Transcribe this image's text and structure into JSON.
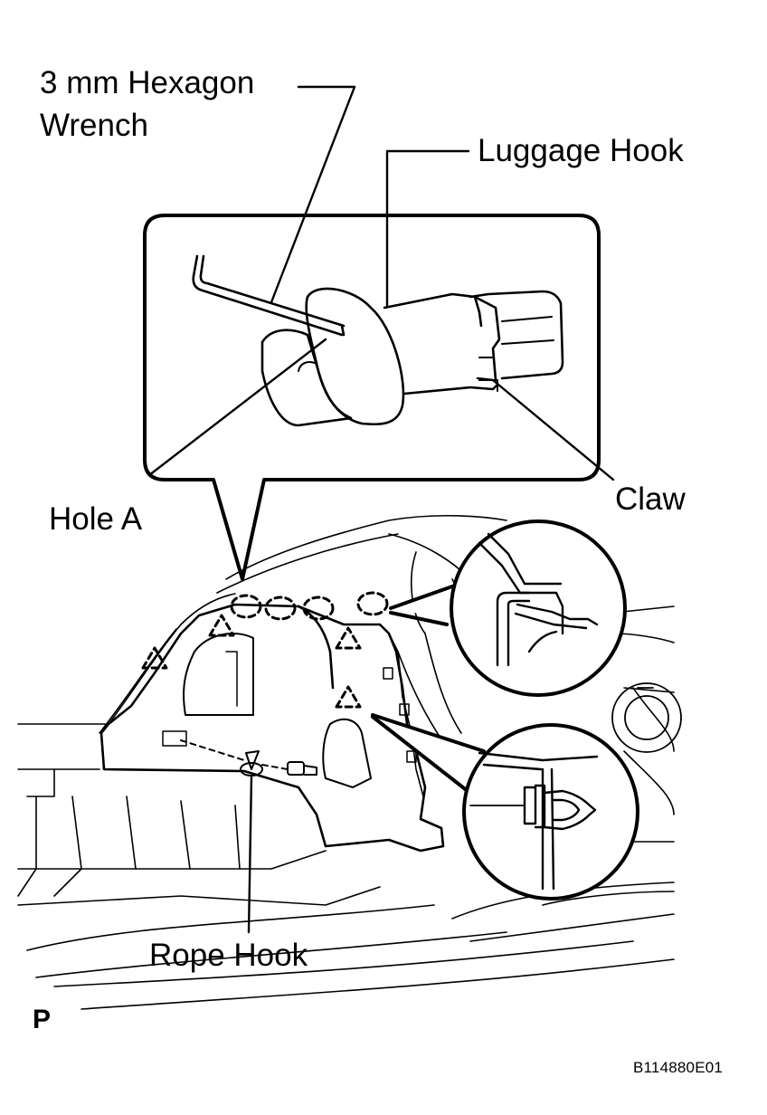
{
  "labels": {
    "wrench_line1": "3 mm Hexagon",
    "wrench_line2": "Wrench",
    "luggage_hook": "Luggage Hook",
    "claw": "Claw",
    "hole_a": "Hole A",
    "rope_hook": "Rope Hook"
  },
  "view_marker": "P",
  "figure_code": "B114880E01",
  "colors": {
    "line": "#000000",
    "background": "#ffffff"
  }
}
